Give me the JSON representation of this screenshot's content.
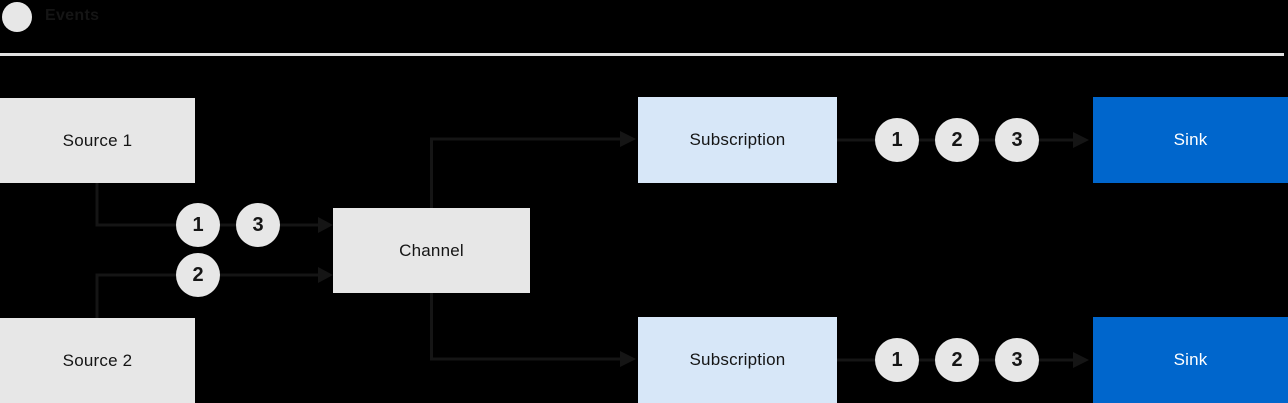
{
  "legend": {
    "label": "Events"
  },
  "colors": {
    "background": "#000000",
    "ink": "#151515",
    "box_gray": "#e7e7e7",
    "subscription_blue": "#d7e7f8",
    "sink_blue": "#0066cc",
    "sink_text": "#ffffff",
    "separator": "#e0e0e0",
    "event_circle": "#e7e7e7"
  },
  "nodes": {
    "source1": {
      "label": "Source 1"
    },
    "source2": {
      "label": "Source 2"
    },
    "channel": {
      "label": "Channel"
    },
    "subscription_top": {
      "label": "Subscription"
    },
    "subscription_bottom": {
      "label": "Subscription"
    },
    "sink_top": {
      "label": "Sink"
    },
    "sink_bottom": {
      "label": "Sink"
    }
  },
  "event_markers": {
    "source1_to_channel": [
      "1",
      "3"
    ],
    "source2_to_channel": [
      "2"
    ],
    "subscription_top_to_sink": [
      "1",
      "2",
      "3"
    ],
    "subscription_bottom_to_sink": [
      "1",
      "2",
      "3"
    ]
  }
}
